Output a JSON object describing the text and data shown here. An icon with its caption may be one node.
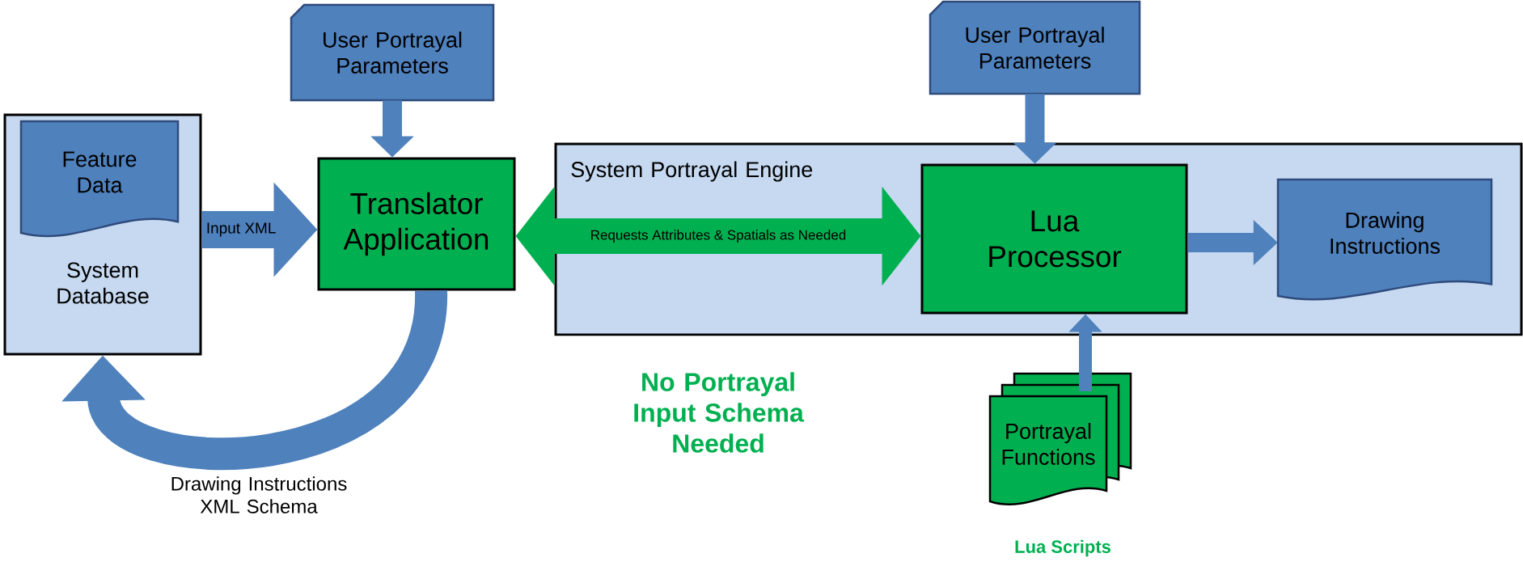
{
  "diagram": {
    "nodes": [
      {
        "text": [
          "User Portrayal Parameters"
        ]
      },
      {
        "text": [
          "System Database"
        ]
      },
      {
        "text": [
          "Feature Data"
        ],
        "in": 1
      },
      {
        "text": [
          "Translator Application"
        ]
      },
      {
        "text": [
          "User Portrayal Parameters"
        ]
      },
      {
        "text": [
          "System Portrayal Engine"
        ]
      },
      {
        "text": [
          "Lua Processor"
        ],
        "in": 5
      },
      {
        "text": [
          "Drawing Instructions"
        ],
        "in": 5
      },
      {
        "text": [
          "Portrayal Functions"
        ],
        "beside": [
          "Lua Scripts"
        ]
      }
    ],
    "edges": [
      {
        "from": 0,
        "to": 3,
        "arrow": "to"
      },
      {
        "from": 1,
        "to": 3,
        "arrow": "to",
        "label": "Input XML",
        "style": "thick"
      },
      {
        "from": 3,
        "to": 6,
        "arrow": "both",
        "label": "Requests Attributes & Spatials as Needed",
        "style": "thick",
        "color": "#00b050"
      },
      {
        "from": 3,
        "to": 1,
        "arrow": "to",
        "label": "Drawing Instructions XML Schema"
      },
      {
        "from": 4,
        "to": 6,
        "arrow": "to"
      },
      {
        "from": 6,
        "to": 7,
        "arrow": "to"
      },
      {
        "from": 8,
        "to": 6,
        "arrow": "to"
      }
    ],
    "labels": [
      "No Portrayal Input Schema Needed"
    ]
  }
}
